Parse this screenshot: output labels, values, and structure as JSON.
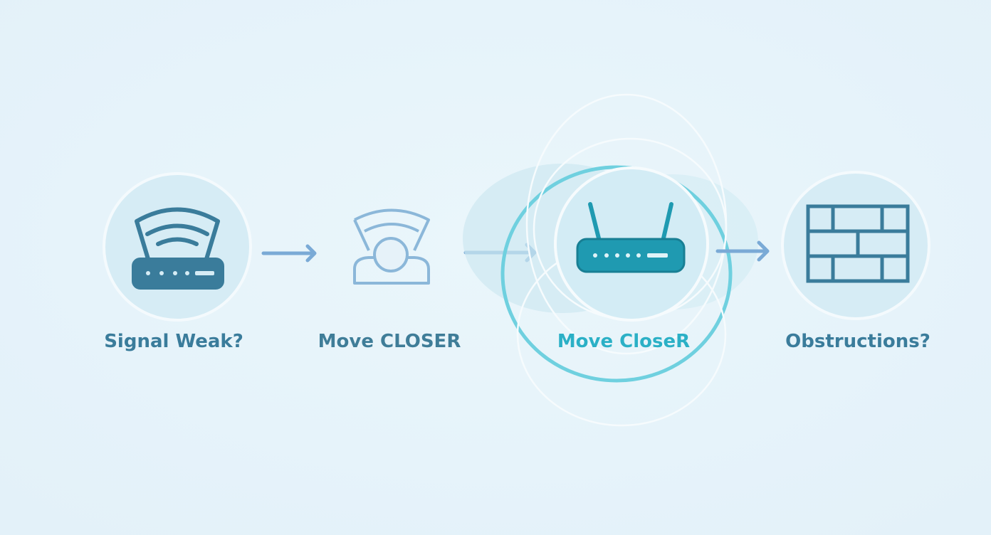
{
  "steps": [
    {
      "label": "Signal Weak?",
      "icon": "wifi-router-icon",
      "color": "#3a7c9b"
    },
    {
      "label": "Move CLOSER",
      "icon": "router-person-icon",
      "color": "#3f7d98"
    },
    {
      "label": "Move CloseR",
      "icon": "router-antenna-icon",
      "color": "#2bb0c6"
    },
    {
      "label": "Obstructions?",
      "icon": "brick-wall-icon",
      "color": "#3a7c9b"
    }
  ],
  "colors": {
    "background": "#e7f3fa",
    "arrow": "#7aaad6",
    "highlight_ring": "#6fd0df",
    "router_fill": "#1f9ab1"
  }
}
